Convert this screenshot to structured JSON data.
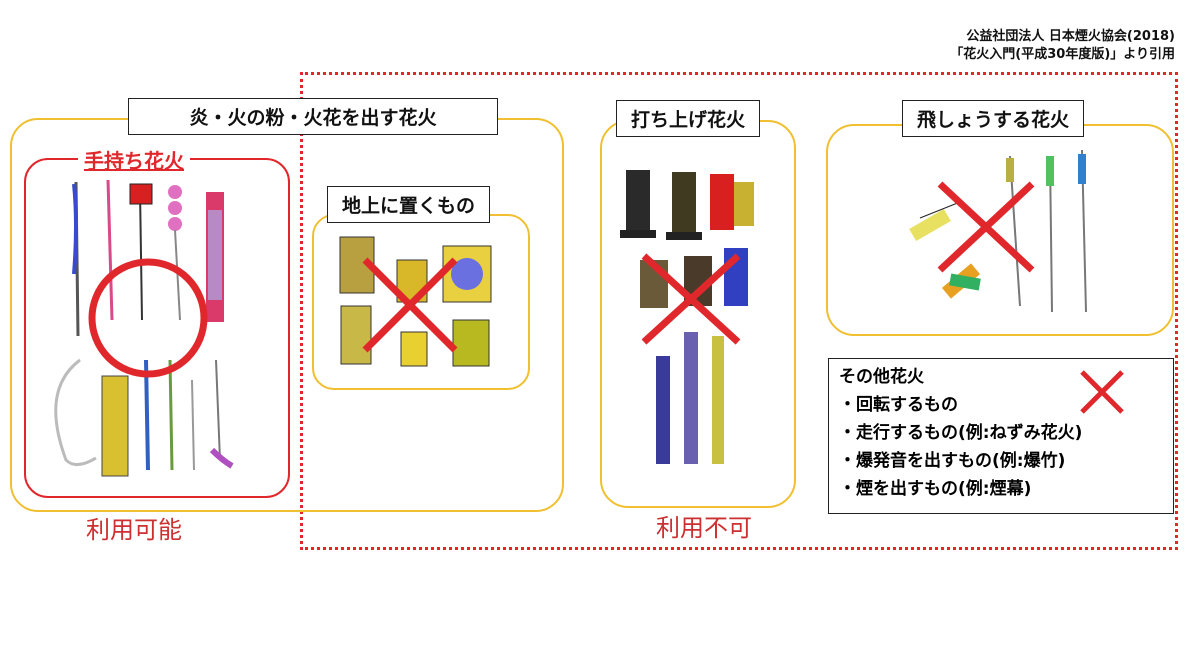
{
  "source": {
    "line1": "公益社団法人 日本煙火協会(2018)",
    "line2": "「花火入門(平成30年度版)」より引用"
  },
  "groups": {
    "sparks_label": "炎・火の粉・火花を出す花火",
    "handheld_label": "手持ち花火",
    "ground_label": "地上に置くもの",
    "uchiage_label": "打ち上げ花火",
    "hisho_label": "飛しょうする花火"
  },
  "others": {
    "title": "その他花火",
    "items": [
      "・回転するもの",
      "・走行するもの(例:ねずみ花火)",
      "・爆発音を出すもの(例:爆竹)",
      "・煙を出すもの(例:煙幕)"
    ]
  },
  "captions": {
    "usable": "利用可能",
    "unusable": "利用不可"
  },
  "colors": {
    "accent_red": "#e0282c",
    "frame_yellow": "#f0c030"
  }
}
